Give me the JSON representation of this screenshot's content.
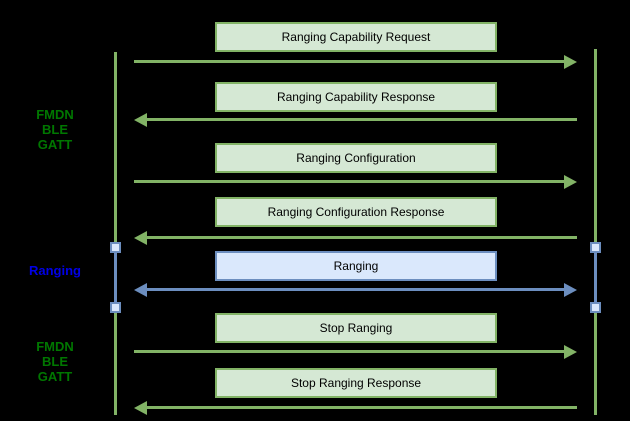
{
  "diagram": {
    "type": "sequence-diagram",
    "phases": [
      {
        "lines": [
          "FMDN",
          "BLE",
          "GATT"
        ],
        "color": "#007700"
      },
      {
        "lines": [
          "Ranging"
        ],
        "color": "#0000e6"
      },
      {
        "lines": [
          "FMDN",
          "BLE",
          "GATT"
        ],
        "color": "#007700"
      }
    ],
    "messages": [
      {
        "label": "Ranging Capability Request",
        "direction": "right",
        "style": "green"
      },
      {
        "label": "Ranging Capability Response",
        "direction": "left",
        "style": "green"
      },
      {
        "label": "Ranging Configuration",
        "direction": "right",
        "style": "green"
      },
      {
        "label": "Ranging Configuration Response",
        "direction": "left",
        "style": "green"
      },
      {
        "label": "Ranging",
        "direction": "both",
        "style": "blue"
      },
      {
        "label": "Stop Ranging",
        "direction": "right",
        "style": "green"
      },
      {
        "label": "Stop Ranging Response",
        "direction": "left",
        "style": "green"
      }
    ],
    "colors": {
      "background": "#000000",
      "green_fill": "#d5e8d4",
      "green_stroke": "#82b366",
      "blue_fill": "#dae8fc",
      "blue_stroke": "#6c8ebf",
      "label_green": "#007700",
      "label_blue": "#0000e6",
      "message_text": "#000000"
    }
  }
}
